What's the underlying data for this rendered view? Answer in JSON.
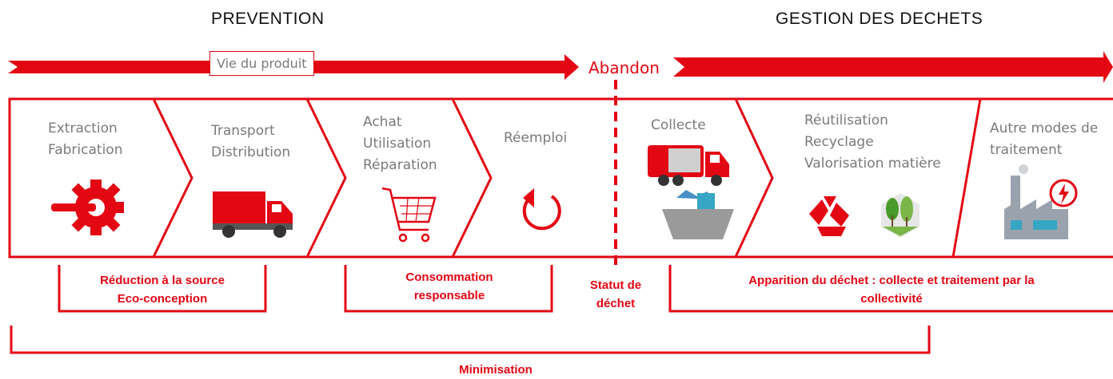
{
  "headers": {
    "left": "PREVENTION",
    "right": "GESTION DES DECHETS"
  },
  "top_arrow": {
    "product_life_label": "Vie du produit",
    "abandon_label": "Abandon"
  },
  "steps": [
    {
      "label": "Extraction\nFabrication",
      "icon": "gear-wrench-icon"
    },
    {
      "label": "Transport\nDistribution",
      "icon": "truck-icon"
    },
    {
      "label": "Achat\nUtilisation\nRéparation",
      "icon": "shopping-cart-icon"
    },
    {
      "label": "Réemploi",
      "icon": "circular-arrow-icon"
    },
    {
      "label": "Collecte",
      "icon": "garbage-truck-icon"
    },
    {
      "label": "Réutilisation\nRecyclage\nValorisation matière",
      "icon": "recycle-icon"
    },
    {
      "label": "Autre modes de\ntraitement",
      "icon": "factory-icon"
    }
  ],
  "brackets": {
    "source_reduction": "Réduction à la source\nEco-conception",
    "responsible_consumption": "Consommation\nresponsable",
    "waste_status": "Statut de\ndéchet",
    "waste_appearance": "Apparition du déchet : collecte et traitement par la\ncollectivité",
    "minimisation": "Minimisation"
  },
  "colors": {
    "accent": "#e30613",
    "icon_dark": "#4d4d4d",
    "text_grey": "#7a7a7a"
  }
}
